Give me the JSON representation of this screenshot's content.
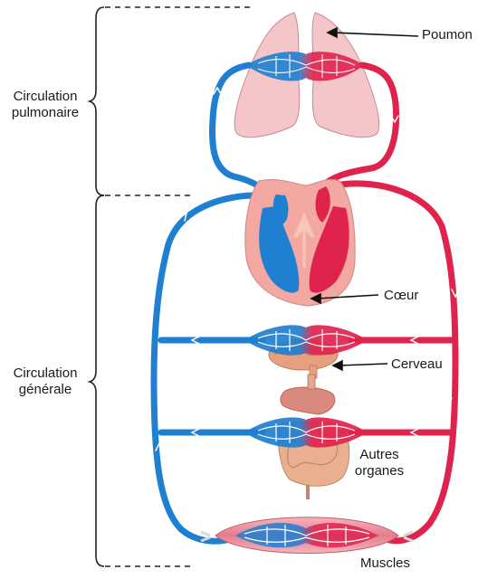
{
  "groups": {
    "pulmonary": {
      "line1": "Circulation",
      "line2": "pulmonaire"
    },
    "systemic": {
      "line1": "Circulation",
      "line2": "générale"
    }
  },
  "labels": {
    "lung": "Poumon",
    "heart": "Cœur",
    "brain": "Cerveau",
    "other_organs_line1": "Autres",
    "other_organs_line2": "organes",
    "muscles": "Muscles"
  },
  "colors": {
    "venous_blood": "#1f7fd0",
    "arterial_blood": "#e0234d",
    "heart_tissue": "#f3a8a2",
    "lung_tissue": "#f5c6c9",
    "muscle_tissue": "#e88a97",
    "organ_tissue": "#e7a07f"
  }
}
